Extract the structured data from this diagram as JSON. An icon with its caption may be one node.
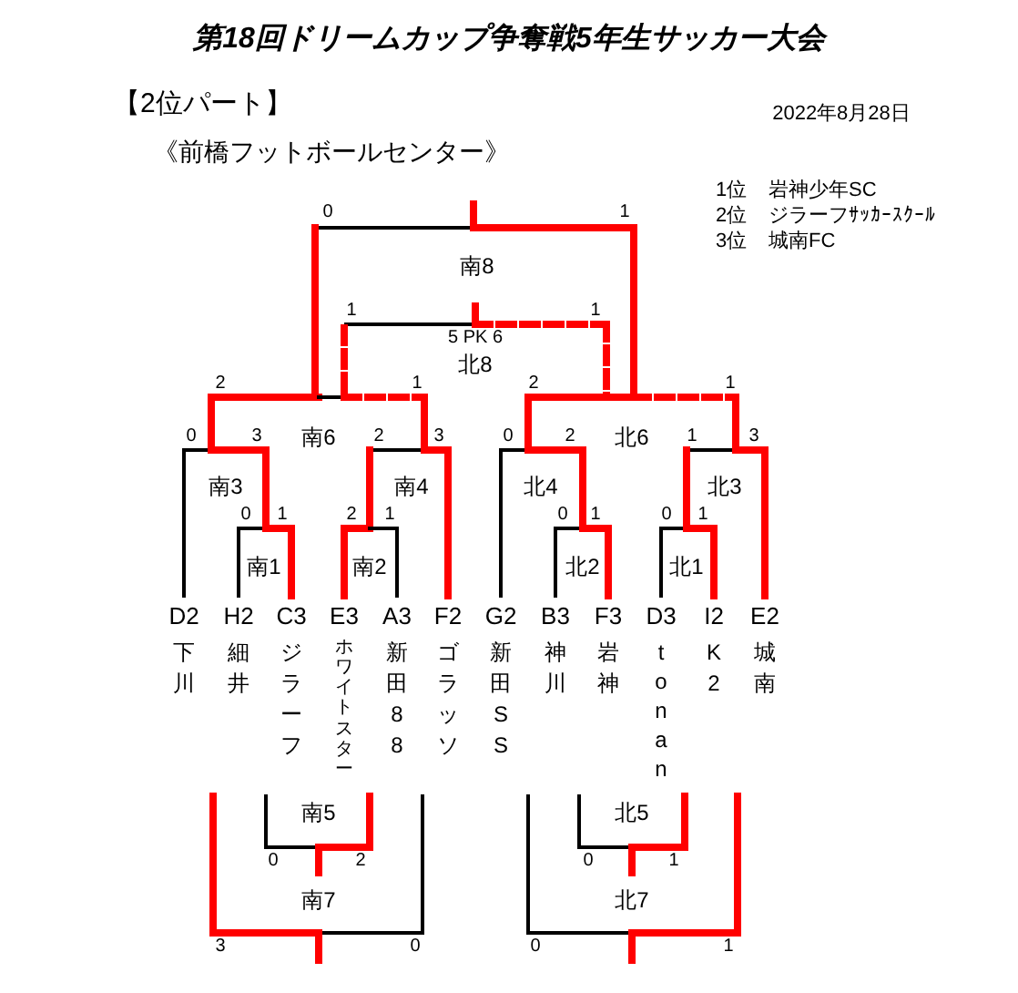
{
  "diagram": {
    "title": "第18回ドリームカップ争奪戦5年生サッカー大会",
    "labels": [
      "【2位パート】",
      "2022年8月28日",
      "《前橋フットボールセンター》",
      "1位",
      "岩神少年SC",
      "2位",
      "ジラーフｻｯｶｰｽｸｰﾙ",
      "3位",
      "城南FC",
      "0",
      "1",
      "南8",
      "1",
      "1",
      "5 PK 6",
      "北8",
      "2",
      "1",
      "2",
      "1",
      "0",
      "3",
      "南6",
      "2",
      "3",
      "0",
      "2",
      "北6",
      "1",
      "3",
      "南3",
      "南4",
      "北4",
      "北3",
      "0",
      "1",
      "2",
      "1",
      "0",
      "1",
      "0",
      "1",
      "南1",
      "南2",
      "北2",
      "北1",
      "D2",
      "H2",
      "C3",
      "E3",
      "A3",
      "F2",
      "G2",
      "B3",
      "F3",
      "D3",
      "I2",
      "E2",
      "下川",
      "細井",
      "ジラーフ",
      "ホワイトスター",
      "新田88",
      "ゴラッソ",
      "新田SS",
      "神川",
      "岩神",
      "tonan",
      "K2",
      "城南",
      "南5",
      "北5",
      "0",
      "2",
      "0",
      "1",
      "南7",
      "北7",
      "3",
      "0",
      "0",
      "1"
    ]
  }
}
